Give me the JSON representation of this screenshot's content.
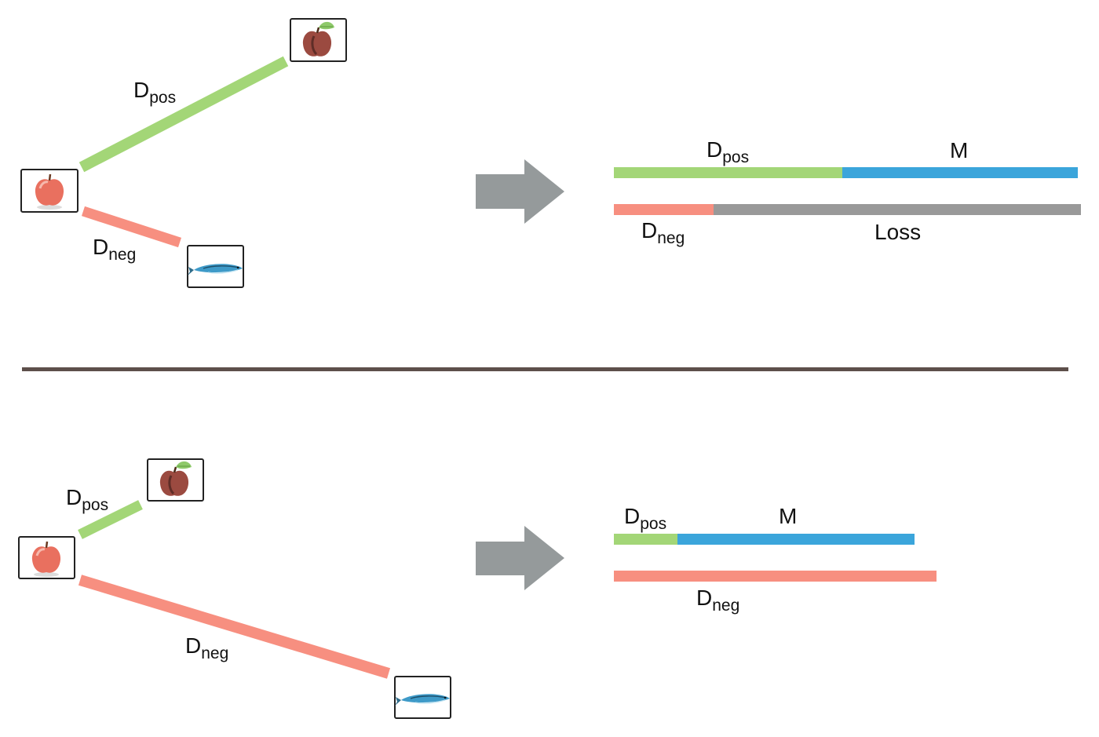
{
  "colors": {
    "positive": "#a3d677",
    "negative": "#f78f80",
    "margin": "#3ba5db",
    "loss": "#999999",
    "divider": "#5d4f4b",
    "arrow": "#959a9b",
    "box_border": "#222222"
  },
  "icons": {
    "anchor": "apple-icon",
    "positive": "apple-with-leaf-icon",
    "negative": "fish-icon",
    "transition": "right-arrow-icon"
  },
  "top_panel": {
    "triplet": {
      "pos_label": {
        "main": "D",
        "sub": "pos"
      },
      "neg_label": {
        "main": "D",
        "sub": "neg"
      }
    },
    "bars": {
      "dpos_label": {
        "main": "D",
        "sub": "pos"
      },
      "margin_label": "M",
      "dneg_label": {
        "main": "D",
        "sub": "neg"
      },
      "loss_label": "Loss"
    }
  },
  "bottom_panel": {
    "triplet": {
      "pos_label": {
        "main": "D",
        "sub": "pos"
      },
      "neg_label": {
        "main": "D",
        "sub": "neg"
      }
    },
    "bars": {
      "dpos_label": {
        "main": "D",
        "sub": "pos"
      },
      "margin_label": "M",
      "dneg_label": {
        "main": "D",
        "sub": "neg"
      }
    }
  }
}
